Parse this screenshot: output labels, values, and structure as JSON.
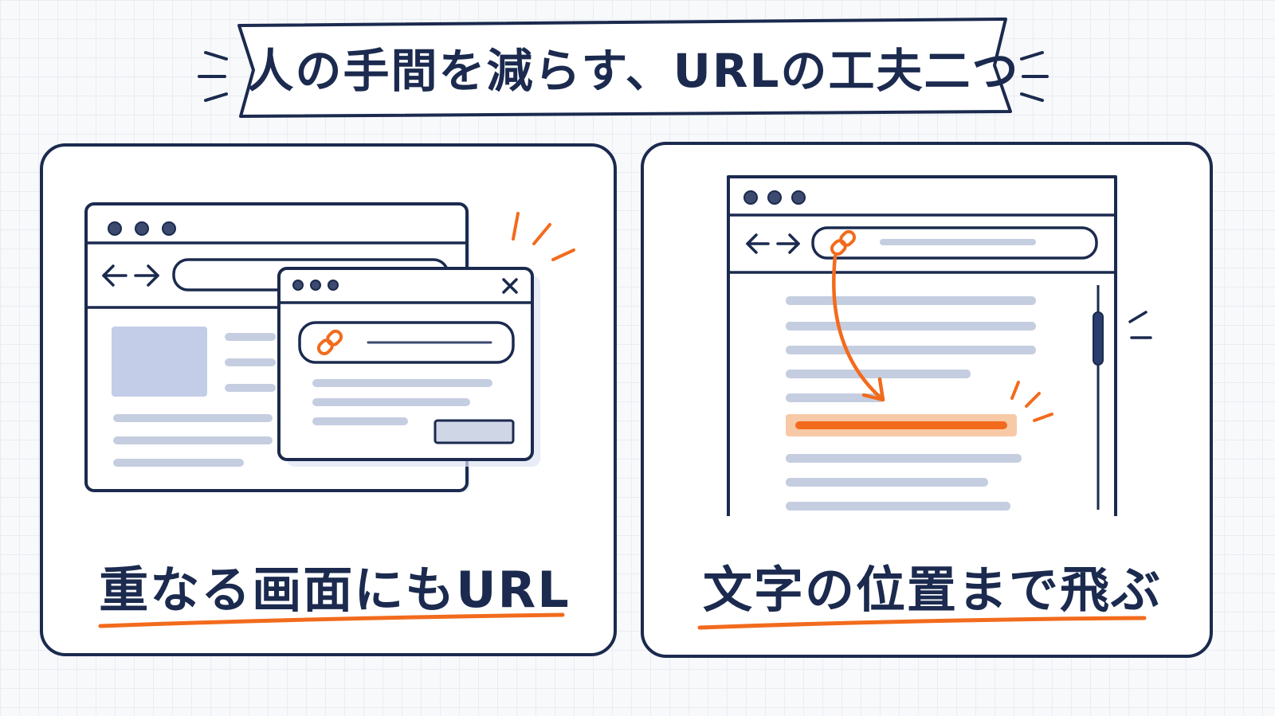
{
  "title": "人の手間を減らす、URLの工夫二つ",
  "panels": [
    {
      "caption": "重なる画面にもURL"
    },
    {
      "caption": "文字の位置まで飛ぶ"
    }
  ],
  "colors": {
    "ink": "#1b2a4e",
    "accent": "#f26b1d",
    "placeholder": "#c5cde0",
    "highlight": "#f7c9a6"
  },
  "icons": [
    "back-arrow-icon",
    "forward-arrow-icon",
    "close-icon",
    "link-icon"
  ]
}
